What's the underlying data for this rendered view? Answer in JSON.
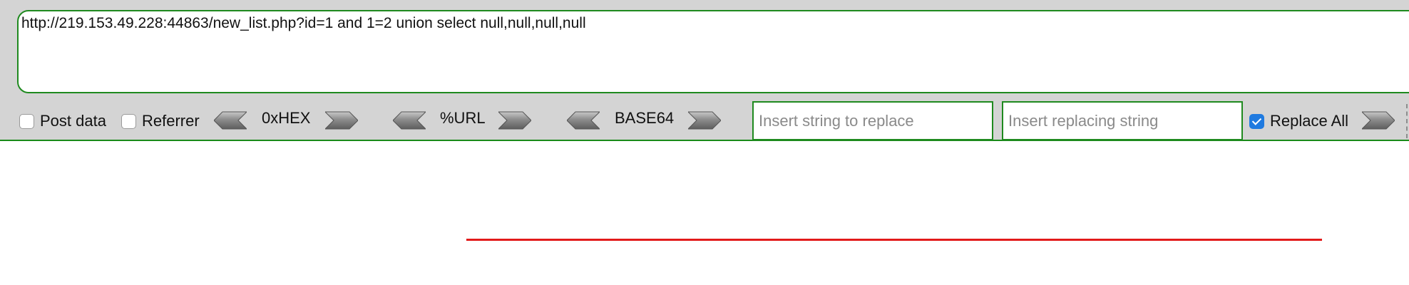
{
  "url_bar": {
    "value": "http://219.153.49.228:44863/new_list.php?id=1 and 1=2 union select null,null,null,null"
  },
  "options": {
    "post_data": {
      "label": "Post data",
      "checked": false
    },
    "referrer": {
      "label": "Referrer",
      "checked": false
    },
    "replace_all": {
      "label": "Replace All",
      "checked": true
    }
  },
  "encoders": {
    "hex": "0xHEX",
    "url": "%URL",
    "base64": "BASE64"
  },
  "replace": {
    "find_placeholder": "Insert string to replace",
    "replace_placeholder": "Insert replacing string"
  },
  "colors": {
    "toolbar_bg": "#d4d4d4",
    "border_green": "#1f8a1f",
    "checkbox_blue": "#1f7ae0",
    "red_line": "#e21b1b"
  },
  "icons": {
    "left": "left-arrow-icon",
    "right": "right-arrow-icon"
  }
}
